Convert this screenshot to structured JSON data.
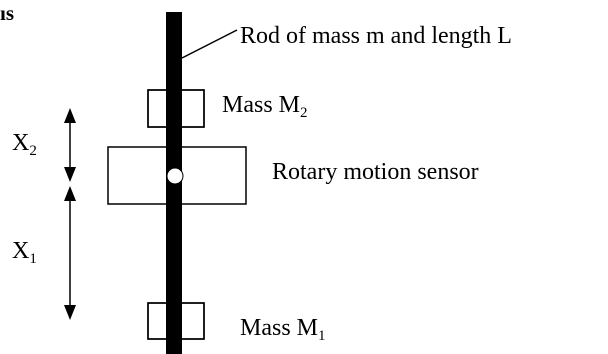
{
  "labels": {
    "heading_fragment": "ıs",
    "rod": "Rod of mass m and length L",
    "mass_m2": {
      "text": "Mass M",
      "sub": "2"
    },
    "sensor": "Rotary motion sensor",
    "mass_m1": {
      "text": "Mass M",
      "sub": "1"
    },
    "x2": {
      "text": "X",
      "sub": "2"
    },
    "x1": {
      "text": "X",
      "sub": "1"
    }
  },
  "colors": {
    "ink": "#000000",
    "paper": "#ffffff"
  }
}
